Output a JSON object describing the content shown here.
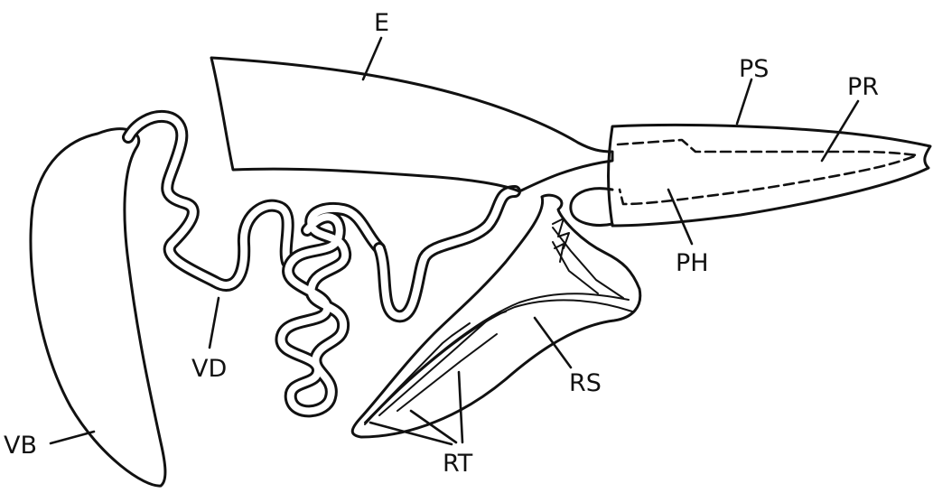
{
  "labels": {
    "e": "E",
    "ps": "PS",
    "pr": "PR",
    "ph": "PH",
    "vd": "VD",
    "vb": "VB",
    "rs": "RS",
    "rt": "RT"
  },
  "colors": {
    "line": "#111111",
    "background": "#ffffff"
  }
}
